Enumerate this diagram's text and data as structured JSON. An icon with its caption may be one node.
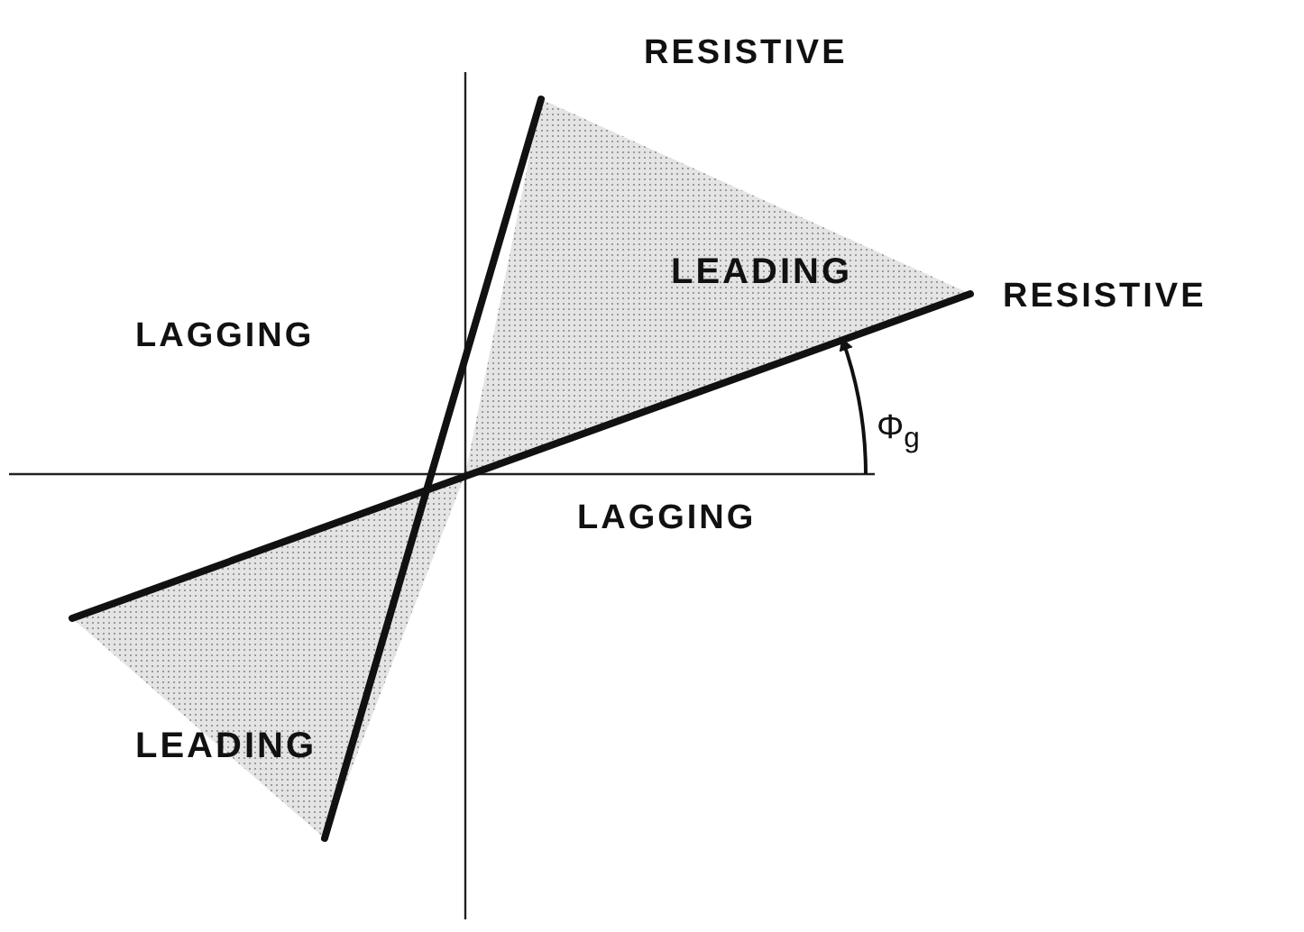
{
  "diagram": {
    "labels": [
      "RESISTIVE",
      "LAGGING",
      "LEADING",
      "RESISTIVE",
      "Φ$_{g}$",
      "LAGGING",
      "LEADING"
    ]
  }
}
